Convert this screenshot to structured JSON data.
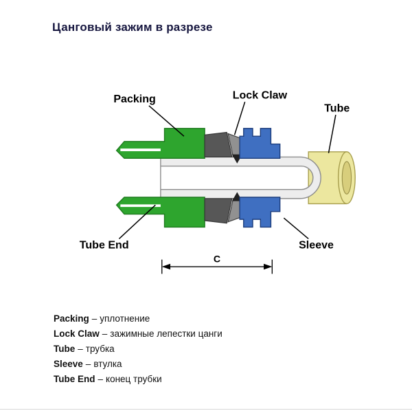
{
  "page": {
    "title": "Цанговый зажим в разрезе"
  },
  "diagram": {
    "labels": {
      "packing": "Packing",
      "lock_claw": "Lock Claw",
      "tube": "Tube",
      "tube_end": "Tube End",
      "sleeve": "Sleeve",
      "dimension": "C"
    },
    "colors": {
      "body_green": "#2ea52e",
      "sleeve_blue": "#3f6fc1",
      "tube_yellow": "#ece79f",
      "tube_bore": "#d8ce7c",
      "support_gray": "#ededed",
      "packing_gray": "#575757",
      "claw_gray": "#919191",
      "tooth_dark": "#222222"
    }
  },
  "legend": {
    "separator": "–",
    "items": [
      {
        "term": "Packing",
        "description": "уплотнение"
      },
      {
        "term": "Lock Claw",
        "description": "зажимные лепестки цанги"
      },
      {
        "term": "Tube",
        "description": "трубка"
      },
      {
        "term": "Sleeve",
        "description": "втулка"
      },
      {
        "term": "Tube End",
        "description": "конец трубки"
      }
    ]
  }
}
